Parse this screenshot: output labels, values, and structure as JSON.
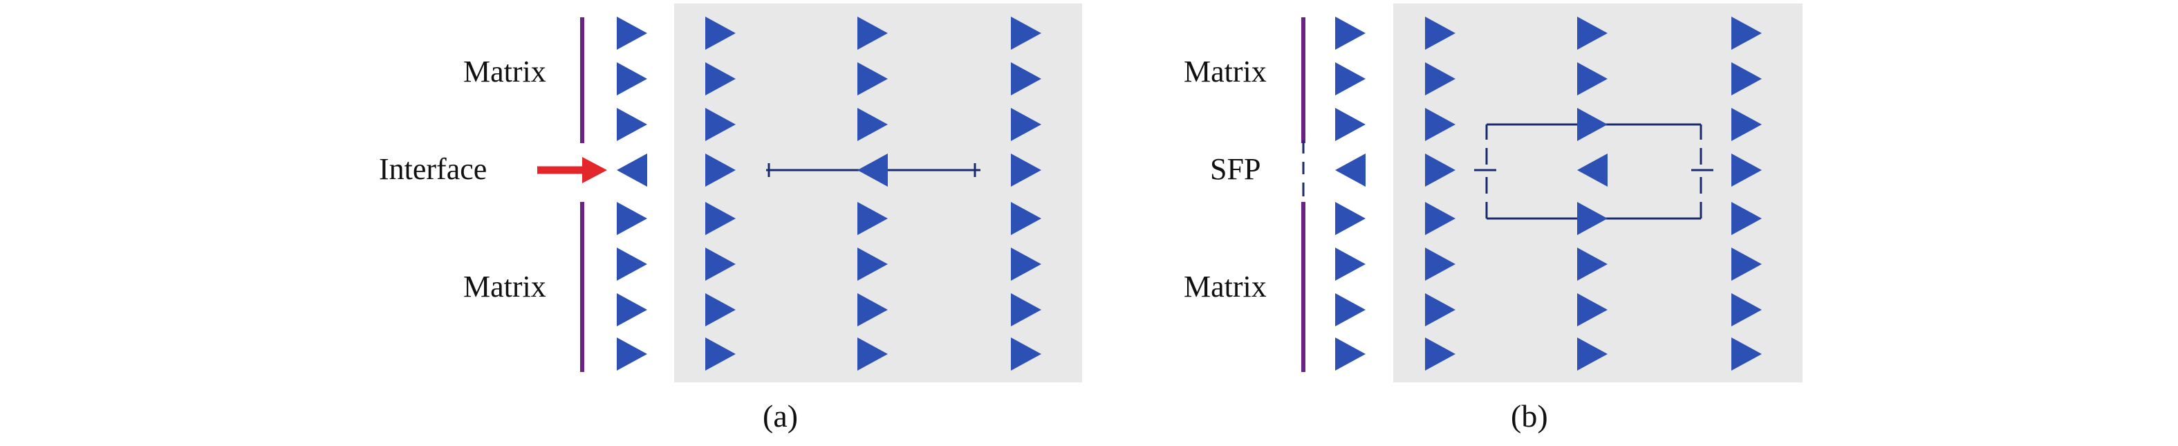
{
  "panel_a": {
    "matrix_top_label": "Matrix",
    "interface_label": "Interface",
    "matrix_bottom_label": "Matrix",
    "caption": "(a)"
  },
  "panel_b": {
    "matrix_top_label": "Matrix",
    "sfp_label": "SFP",
    "matrix_bottom_label": "Matrix",
    "caption": "(b)"
  },
  "colors": {
    "triangle": "#2d50b4",
    "wire": "#1a2a6e",
    "matrix_line": "#6b2383",
    "shaded_region": "#e8e8e8",
    "arrow": "#e3262b"
  }
}
